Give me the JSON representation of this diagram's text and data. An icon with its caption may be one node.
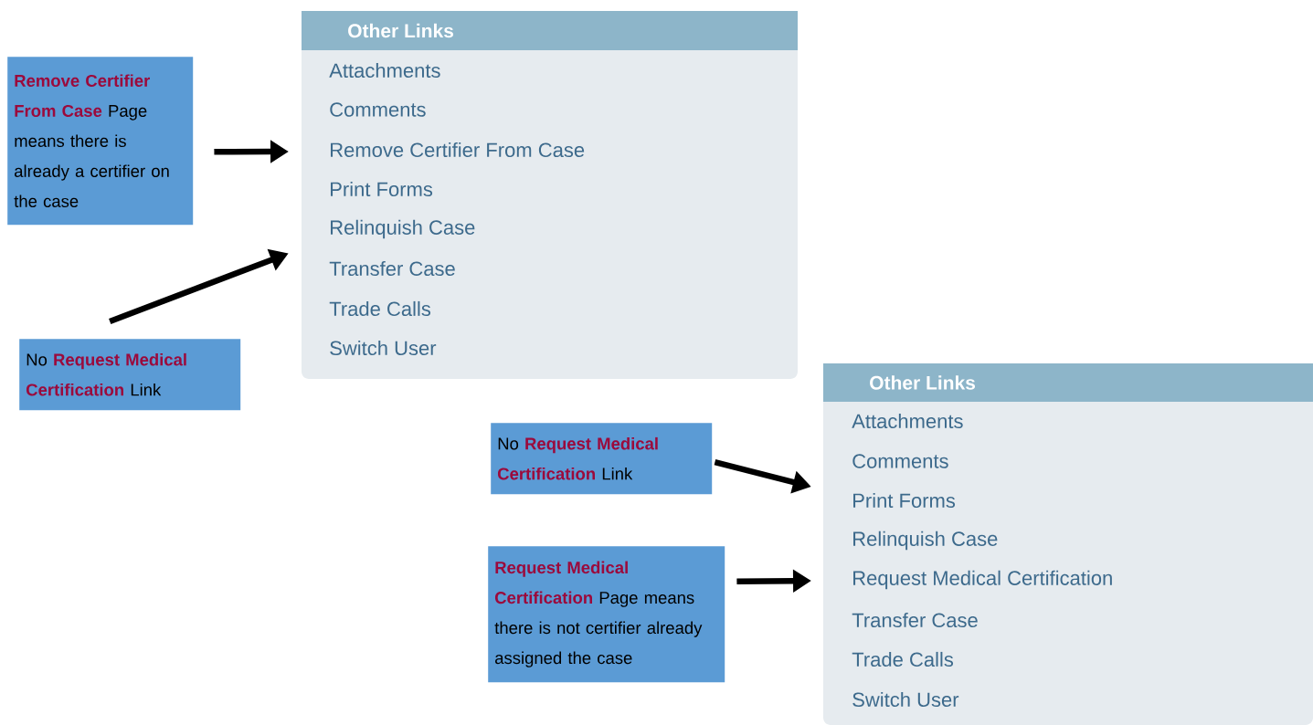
{
  "diagram": {
    "nodes": [
      {
        "text": [
          "**Remove Certifier From Case** Page means there is already a certifier on the case"
        ]
      },
      {
        "text": [
          "Other Links"
        ]
      },
      {
        "text": [
          "Attachments"
        ],
        "in": 1
      },
      {
        "text": [
          "Comments"
        ],
        "in": 1
      },
      {
        "text": [
          "Remove Certifier From Case"
        ],
        "in": 1
      },
      {
        "text": [
          "Print Forms"
        ],
        "in": 1
      },
      {
        "text": [
          "Relinquish Case"
        ],
        "in": 1
      },
      {
        "text": [
          "Transfer Case"
        ],
        "in": 1
      },
      {
        "text": [
          "Trade Calls"
        ],
        "in": 1
      },
      {
        "text": [
          "Switch User"
        ],
        "in": 1
      },
      {
        "text": [
          "No **Request Medical Certification** Link"
        ]
      },
      {
        "text": [
          "No **Request Medical Certification** Link"
        ]
      },
      {
        "text": [
          "Other Links"
        ]
      },
      {
        "text": [
          "Attachments"
        ],
        "in": 12
      },
      {
        "text": [
          "Comments"
        ],
        "in": 12
      },
      {
        "text": [
          "Print Forms"
        ],
        "in": 12
      },
      {
        "text": [
          "Relinquish Case"
        ],
        "in": 12
      },
      {
        "text": [
          "Request Medical Certification"
        ],
        "in": 12
      },
      {
        "text": [
          "Transfer Case"
        ],
        "in": 12
      },
      {
        "text": [
          "Trade Calls"
        ],
        "in": 12
      },
      {
        "text": [
          "Switch User"
        ],
        "in": 12
      },
      {
        "text": [
          "**Request Medical Certification** Page means there is not certifier already assigned the case"
        ]
      }
    ],
    "edges": [
      {
        "from": 0,
        "to": 4,
        "arrow": "to"
      },
      {
        "from": 10,
        "to": 1,
        "arrow": "to"
      },
      {
        "from": 11,
        "to": 12,
        "arrow": "to"
      },
      {
        "from": 21,
        "to": 17,
        "arrow": "to"
      }
    ]
  }
}
